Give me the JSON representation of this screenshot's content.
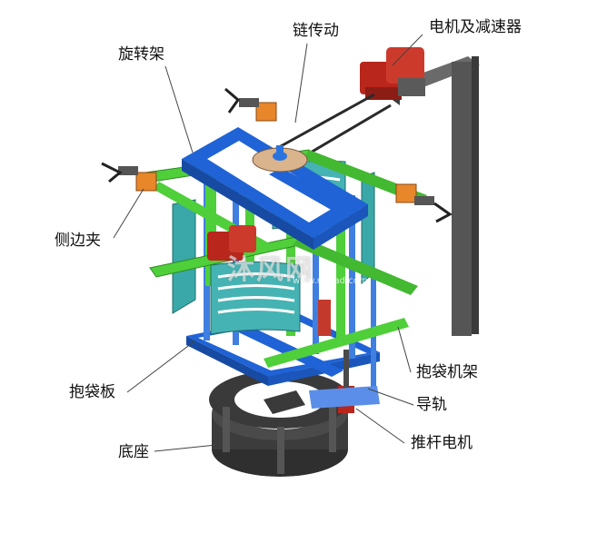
{
  "labels": {
    "rotating_frame": "旋转架",
    "chain_drive": "链传动",
    "motor_reducer": "电机及减速器",
    "side_clamp": "侧边夹",
    "bag_holding_frame": "抱袋机架",
    "bag_holding_plate": "抱袋板",
    "guide_rail": "导轨",
    "base": "底座",
    "push_rod_motor": "推杆电机"
  },
  "watermark": {
    "text": "沐风网",
    "sub": "www.mfcad.com"
  },
  "colors": {
    "blue_frame": "#1f63d6",
    "green_frame": "#4fcf3a",
    "teal_plate": "#3aa8a8",
    "motor_red": "#b8261c",
    "dark_base": "#3c3c3c",
    "gantry": "#5a5a5a",
    "orange_clamp": "#e8862a"
  }
}
